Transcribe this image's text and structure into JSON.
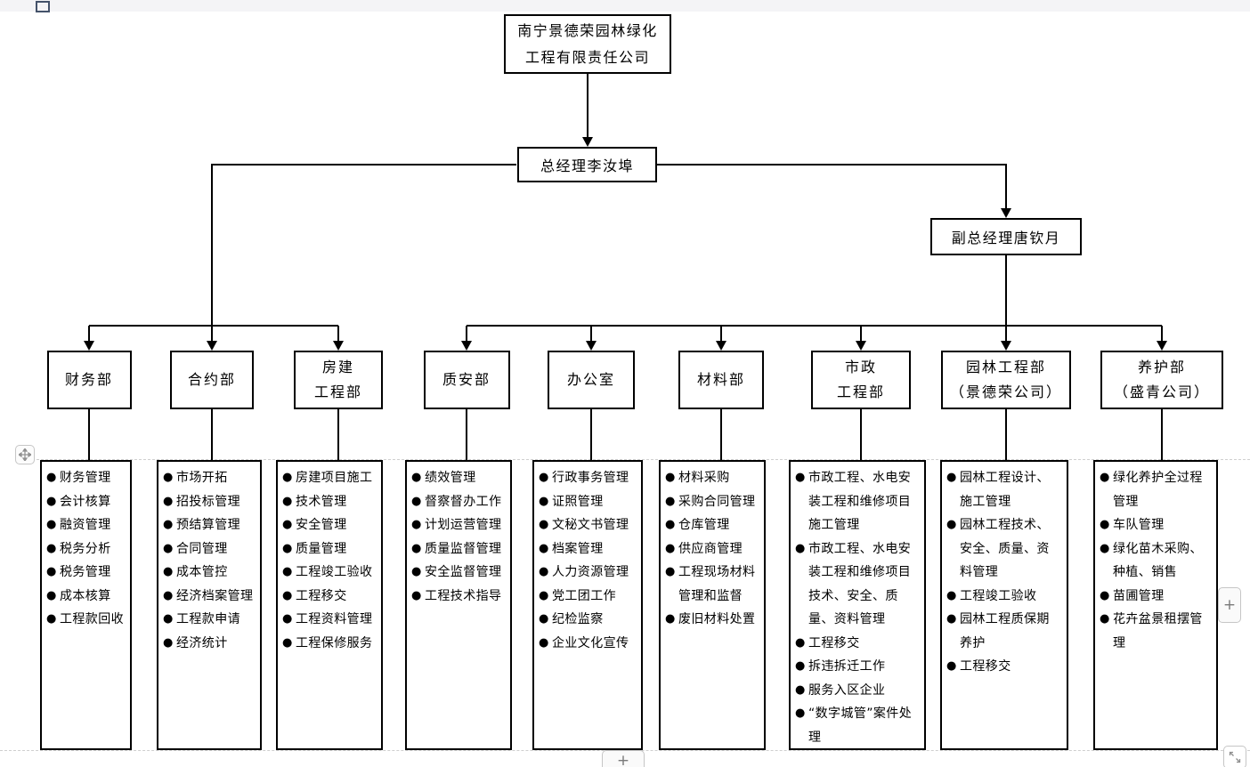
{
  "chrome": {
    "bullet": "●",
    "add_button_label": "+",
    "colors": {
      "connector": "#000000",
      "chrome_border": "#c6c6c6",
      "top_strip": "#f4f4f6"
    }
  },
  "org_chart": {
    "company_name_lines": [
      "南宁景德荣园林绿化",
      "工程有限责任公司"
    ],
    "general_manager": "总经理李汝埠",
    "deputy_general_manager": "副总经理唐钦月",
    "departments": [
      {
        "name_lines": [
          "财务部"
        ],
        "items": [
          "财务管理",
          "会计核算",
          "融资管理",
          "税务分析",
          "税务管理",
          "成本核算",
          "工程款回收"
        ]
      },
      {
        "name_lines": [
          "合约部"
        ],
        "items": [
          "市场开拓",
          "招投标管理",
          "预结算管理",
          "合同管理",
          "成本管控",
          "经济档案管理",
          "工程款申请",
          "经济统计"
        ]
      },
      {
        "name_lines": [
          "房建",
          "工程部"
        ],
        "items": [
          "房建项目施工",
          "技术管理",
          "安全管理",
          "质量管理",
          "工程竣工验收",
          "工程移交",
          "工程资料管理",
          "工程保修服务"
        ]
      },
      {
        "name_lines": [
          "质安部"
        ],
        "items": [
          "绩效管理",
          "督察督办工作",
          "计划运营管理",
          "质量监督管理",
          "安全监督管理",
          "工程技术指导"
        ]
      },
      {
        "name_lines": [
          "办公室"
        ],
        "items": [
          "行政事务管理",
          "证照管理",
          "文秘文书管理",
          "档案管理",
          "人力资源管理",
          "党工团工作",
          "纪检监察",
          "企业文化宣传"
        ]
      },
      {
        "name_lines": [
          "材料部"
        ],
        "items": [
          "材料采购",
          "采购合同管理",
          "仓库管理",
          "供应商管理",
          "工程现场材料管理和监督",
          "废旧材料处置"
        ]
      },
      {
        "name_lines": [
          "市政",
          "工程部"
        ],
        "items": [
          "市政工程、水电安装工程和维修项目施工管理",
          "市政工程、水电安装工程和维修项目技术、安全、质量、资料管理",
          "工程移交",
          "拆违拆迁工作",
          "服务入区企业",
          "“数字城管”案件处理"
        ]
      },
      {
        "name_lines": [
          "园林工程部",
          "（景德荣公司）"
        ],
        "items": [
          "园林工程设计、施工管理",
          "园林工程技术、安全、质量、资料管理",
          "工程竣工验收",
          "园林工程质保期养护",
          "工程移交"
        ]
      },
      {
        "name_lines": [
          "养护部",
          "（盛青公司）"
        ],
        "items": [
          "绿化养护全过程管理",
          "车队管理",
          "绿化苗木采购、种植、销售",
          "苗圃管理",
          "花卉盆景租摆管理"
        ]
      }
    ]
  }
}
